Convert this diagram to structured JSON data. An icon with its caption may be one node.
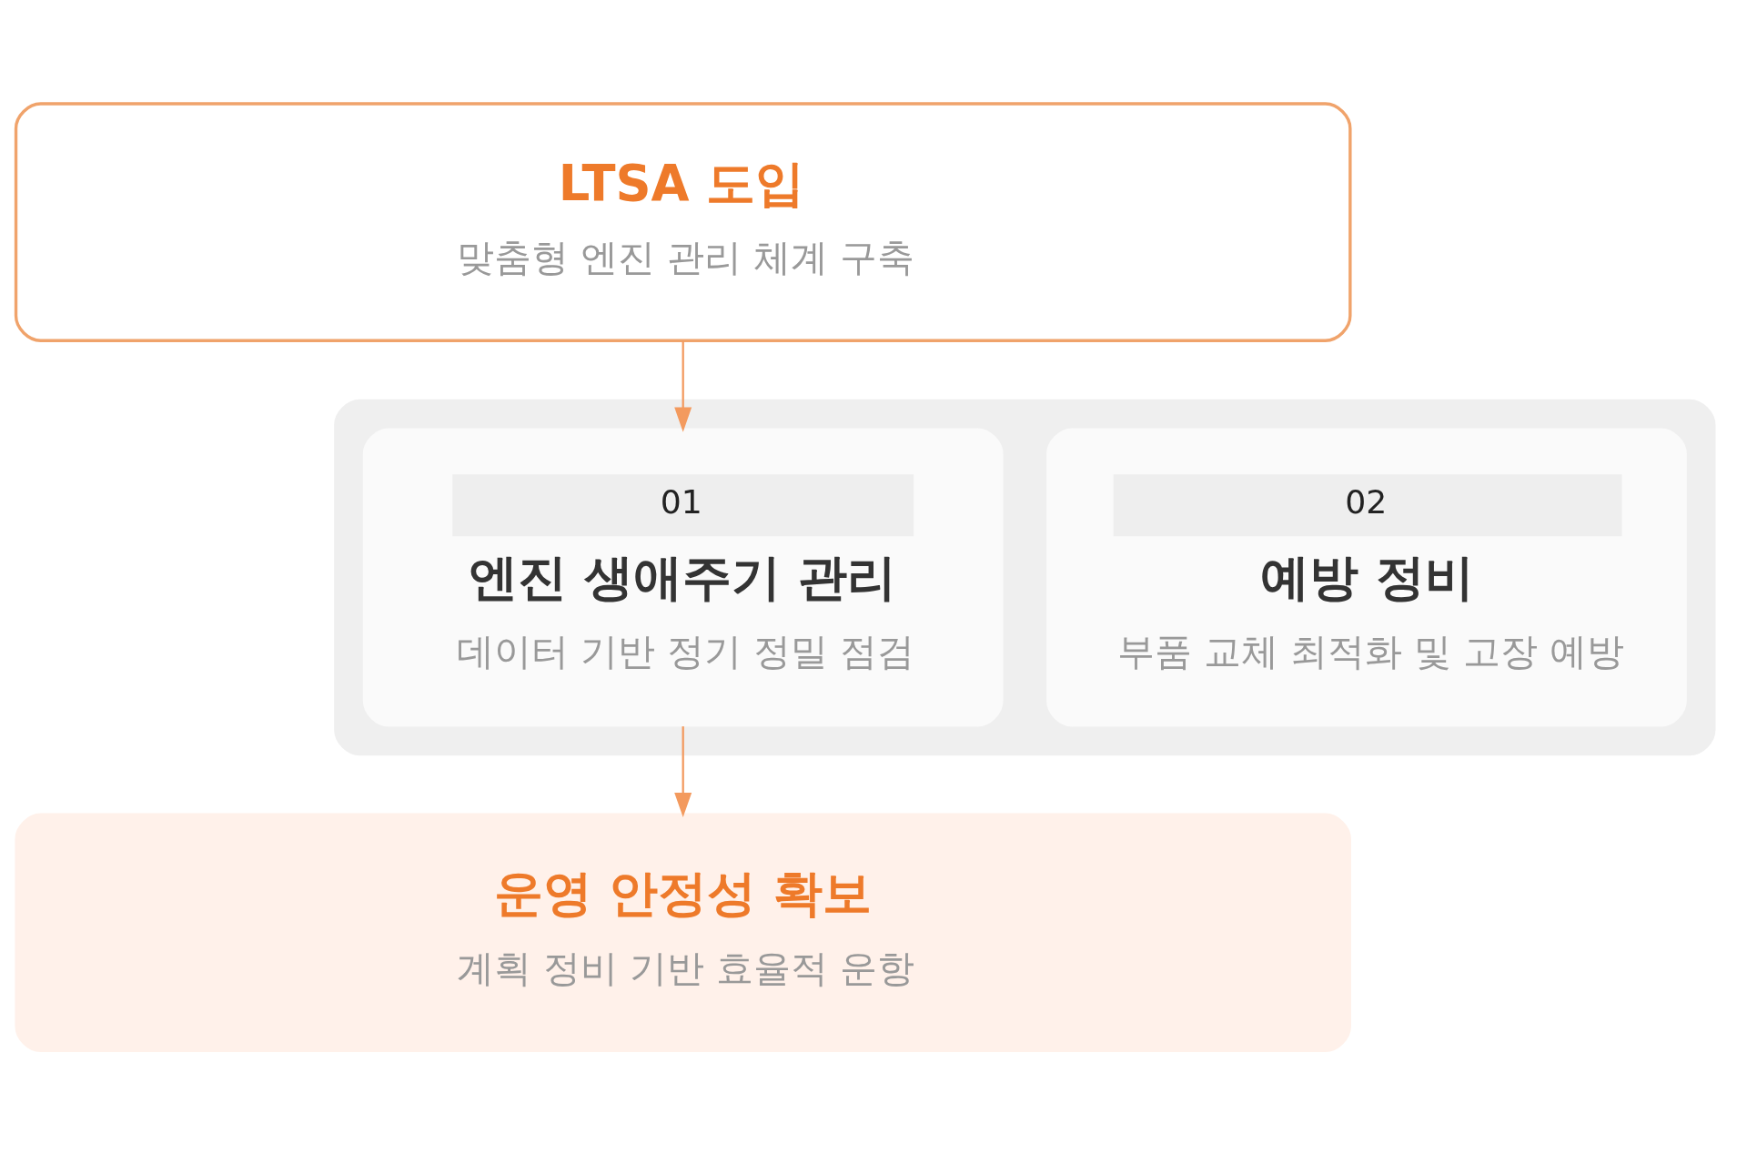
{
  "diagram": {
    "nodes": [
      {
        "text": [
          "LTSA 도입",
          "맞춤형 엔진 관리 체계 구축"
        ]
      },
      {
        "text": [],
        "shape": "box"
      },
      {
        "text": [
          "01",
          "엔진 생애주기 관리",
          "데이터 기반 정기 정밀 점검"
        ],
        "in": 1
      },
      {
        "text": [
          "02",
          "예방 정비",
          "부품 교체 최적화 및 고장 예방"
        ],
        "in": 1
      },
      {
        "text": [
          "운영 안정성 확보",
          "계획 정비 기반 효율적 운항"
        ]
      }
    ],
    "edges": [
      {
        "from": 0,
        "to": 2,
        "arrow": "to"
      },
      {
        "from": 2,
        "to": 4,
        "arrow": "to"
      }
    ]
  }
}
